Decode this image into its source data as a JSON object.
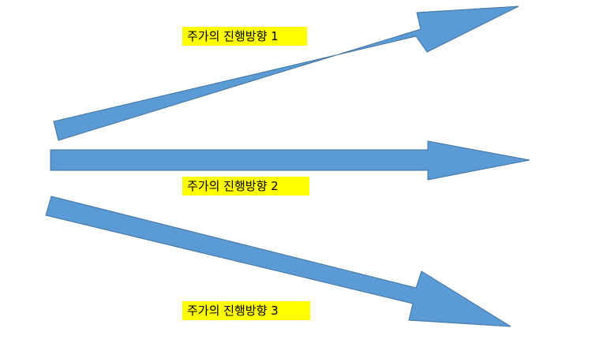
{
  "colors": {
    "arrow_fill": "#5b9bd5",
    "arrow_stroke": "#41719c",
    "label_background": "#ffff00"
  },
  "arrows": [
    {
      "direction": "up"
    },
    {
      "direction": "flat"
    },
    {
      "direction": "down"
    }
  ],
  "labels": [
    "주가의 진행방향 1",
    "주가의 진행방향 2",
    "주가의 진행방향 3"
  ]
}
